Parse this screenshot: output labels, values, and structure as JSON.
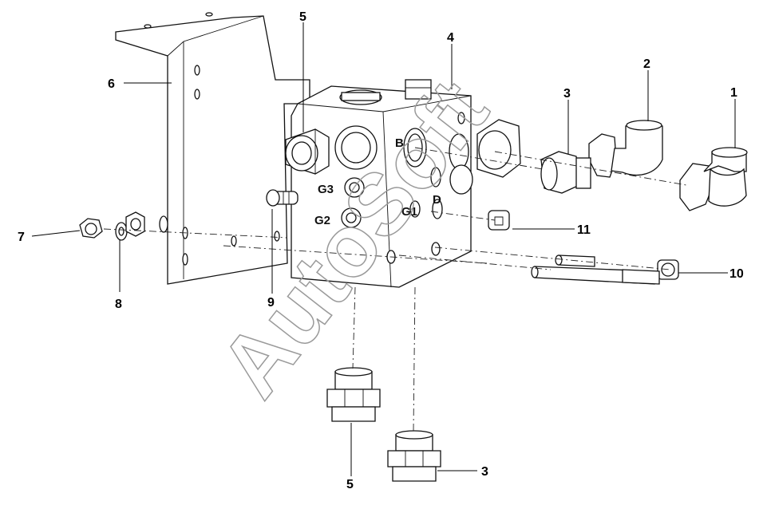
{
  "callouts": {
    "c1": "1",
    "c2": "2",
    "c3_top": "3",
    "c3_bottom": "3",
    "c4": "4",
    "c5_top": "5",
    "c5_bottom": "5",
    "c6": "6",
    "c7": "7",
    "c8": "8",
    "c9": "9",
    "c10": "10",
    "c11": "11"
  },
  "port_labels": {
    "g3": "G3",
    "g2": "G2",
    "g1": "G1",
    "b": "B",
    "d": "D"
  },
  "watermark": "AutoSoft"
}
